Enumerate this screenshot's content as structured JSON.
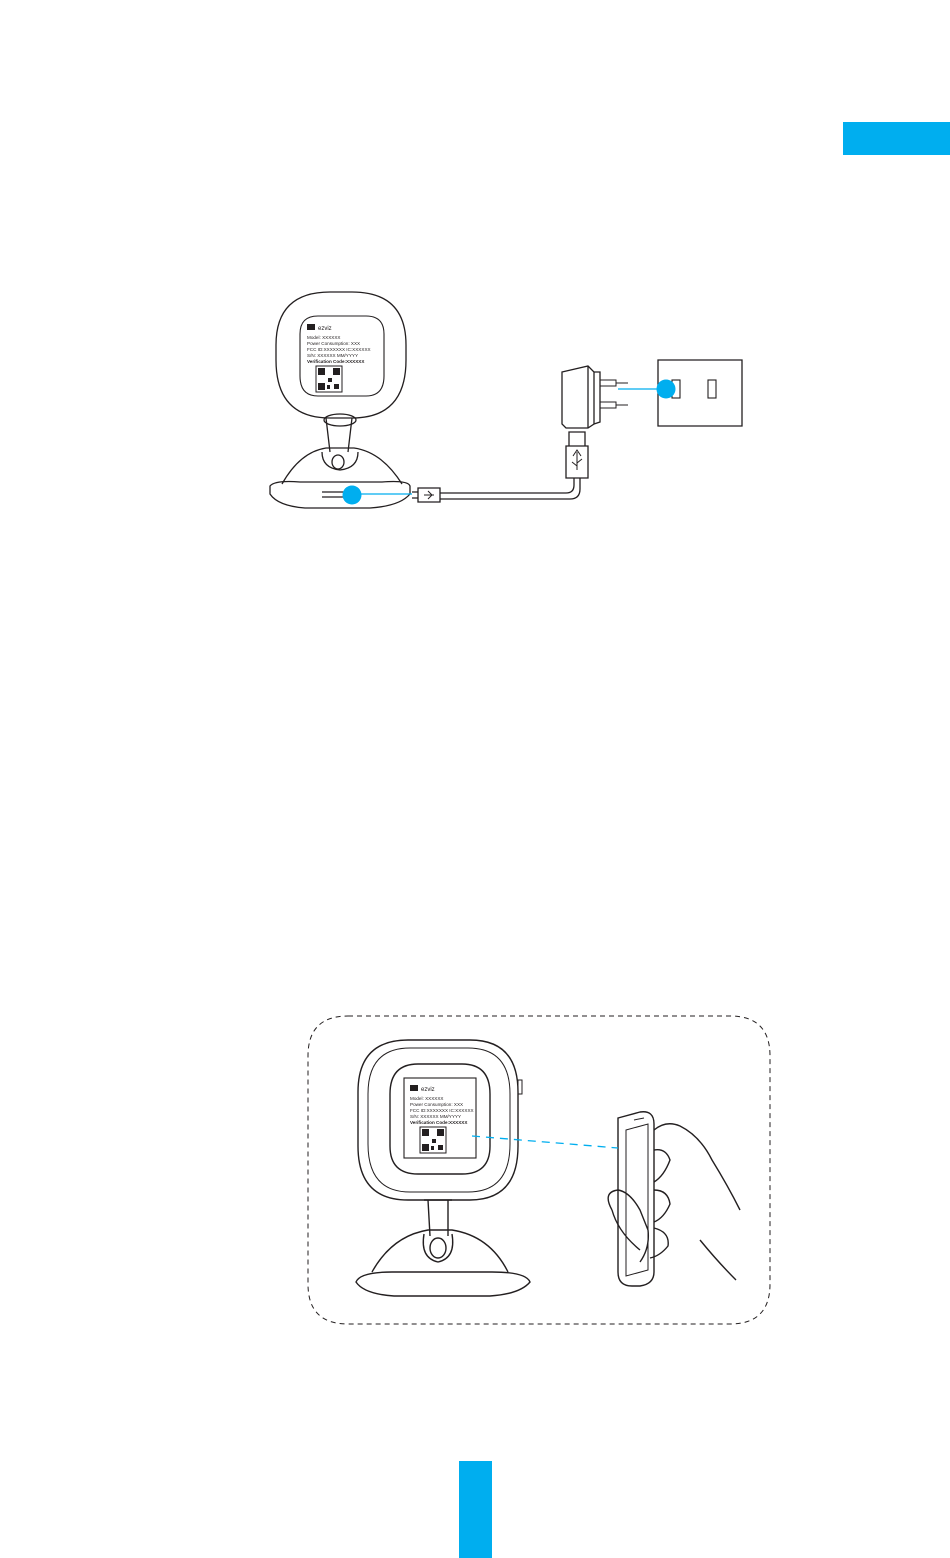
{
  "accent_color": "#00aeef",
  "label": {
    "brand": "ezviz",
    "model": "Model: XXXXXX",
    "power": "Power Consumption: XXX",
    "fcc_ic": "FCC ID:XXXXXXX   IC:XXXXXX",
    "sn_date": "S/N: XXXXXX        MM/YYYY",
    "verification": "Verification Code:XXXXXX"
  },
  "figures": {
    "power_connection": {
      "callouts": [
        "",
        ""
      ]
    },
    "qr_scan": {}
  }
}
